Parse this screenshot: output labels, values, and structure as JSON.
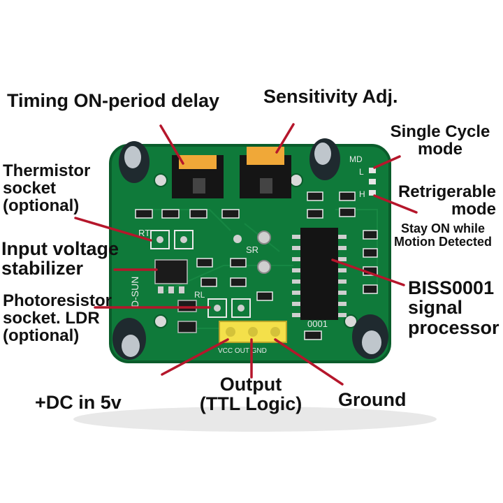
{
  "labels": {
    "timing": "Timing ON-period delay",
    "sensitivity": "Sensitivity Adj.",
    "single_1": "Single Cycle",
    "single_2": "mode",
    "retrig_1": "Retrigerable",
    "retrig_2": "mode",
    "stay_1": "Stay ON while",
    "stay_2": "Motion Detected",
    "therm_1": "Thermistor",
    "therm_2": "socket",
    "therm_3": "(optional)",
    "input_1": "Input voltage",
    "input_2": "stabilizer",
    "photo_1": "Photoresistor",
    "photo_2": "socket. LDR",
    "photo_3": "(optional)",
    "biss_1": "BISS0001",
    "biss_2": "signal",
    "biss_3": "processor",
    "dc": "+DC in 5v",
    "output_1": "Output",
    "output_2": "(TTL Logic)",
    "ground": "Ground"
  },
  "board": {
    "md": "MD",
    "l": "L",
    "h": "H",
    "rt": "RT",
    "sr": "SR",
    "rl": "RL",
    "code": "0001",
    "pins": "VCC OUT GND",
    "side": "D-SUN"
  },
  "colors": {
    "pcb": "#0f7a3a",
    "pcb_dark": "#0a5c2b",
    "leader": "#b5162b",
    "trimmer": "#f0a838",
    "header": "#f4e04a"
  }
}
